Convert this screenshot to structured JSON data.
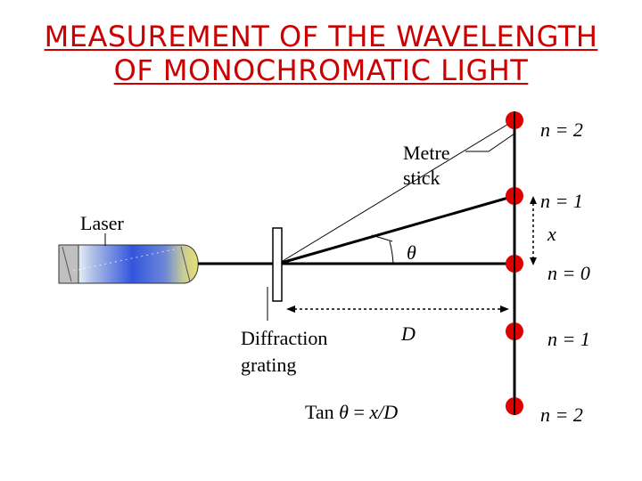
{
  "title": {
    "line1": "MEASUREMENT OF THE WAVELENGTH",
    "line2": "OF MONOCHROMATIC LIGHT"
  },
  "labels": {
    "metre_line1": "Metre",
    "metre_line2": "stick",
    "laser": "Laser",
    "diffraction_line1": "Diffraction",
    "diffraction_line2": "grating",
    "theta": "θ",
    "x": "x",
    "d": "D",
    "formula_prefix": "Tan ",
    "formula_theta": "θ",
    "formula_eq": " = ",
    "formula_xd": "x/D"
  },
  "orders": [
    "n = 2",
    "n = 1",
    "n = 0",
    "n = 1",
    "n = 2"
  ],
  "colors": {
    "title": "#cc0000",
    "spot": "#dd0000",
    "laser_light": "#e6eef6",
    "laser_blue": "#3355dd",
    "laser_yellow": "#e8e070"
  }
}
